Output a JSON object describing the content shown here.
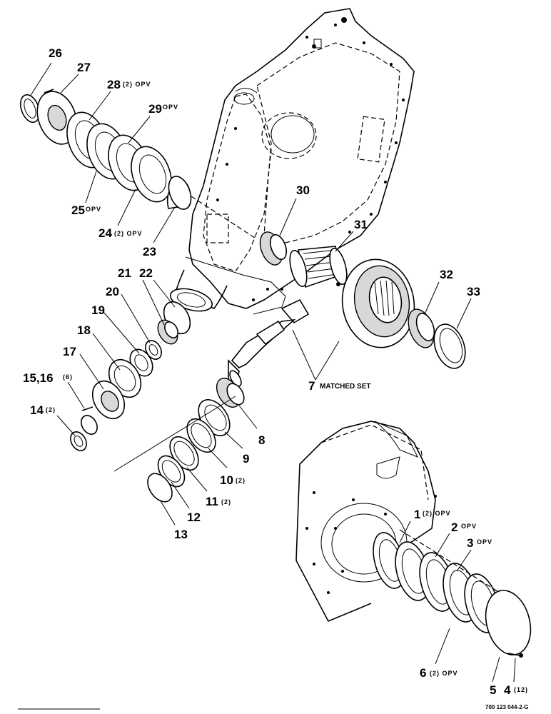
{
  "labels": {
    "p1": "1",
    "p1q": "(2) OPV",
    "p2": "2",
    "p2q": "OPV",
    "p3": "3",
    "p3q": "OPV",
    "p4": "4",
    "p4q": "(12)",
    "p5": "5",
    "p6": "6",
    "p6q": "(2) OPV",
    "p7": "7",
    "p7q": "MATCHED SET",
    "p8": "8",
    "p9": "9",
    "p10": "10",
    "p10q": "(2)",
    "p11": "11",
    "p11q": "(2)",
    "p12": "12",
    "p13": "13",
    "p14": "14",
    "p14q": "(2)",
    "p1516": "15,16",
    "p1516q": "(6)",
    "p17": "17",
    "p18": "18",
    "p19": "19",
    "p20": "20",
    "p21": "21",
    "p22": "22",
    "p23": "23",
    "p24": "24",
    "p24q": "(2) OPV",
    "p25": "25",
    "p25q": "OPV",
    "p26": "26",
    "p27": "27",
    "p28": "28",
    "p28q": "(2) OPV",
    "p29": "29",
    "p29q": "OPV",
    "p30": "30",
    "p31": "31",
    "p32": "32",
    "p33": "33"
  },
  "figure_ref": "700 123 044-2-G"
}
